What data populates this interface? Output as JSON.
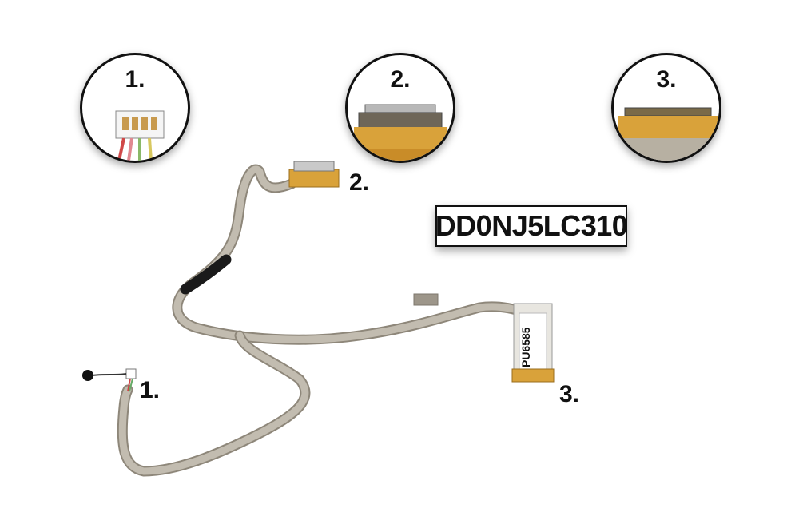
{
  "detail_circles": [
    {
      "label": "1."
    },
    {
      "label": "2."
    },
    {
      "label": "3."
    }
  ],
  "callouts": [
    {
      "label": "1."
    },
    {
      "label": "2."
    },
    {
      "label": "3."
    }
  ],
  "part_number": "DD0NJ5LC310",
  "sticker_text": "PU6585",
  "colors": {
    "cable": "#b7b0a2",
    "cable_edge": "#8e877a",
    "kapton_tape": "#d9a23a",
    "outline": "#111111"
  }
}
